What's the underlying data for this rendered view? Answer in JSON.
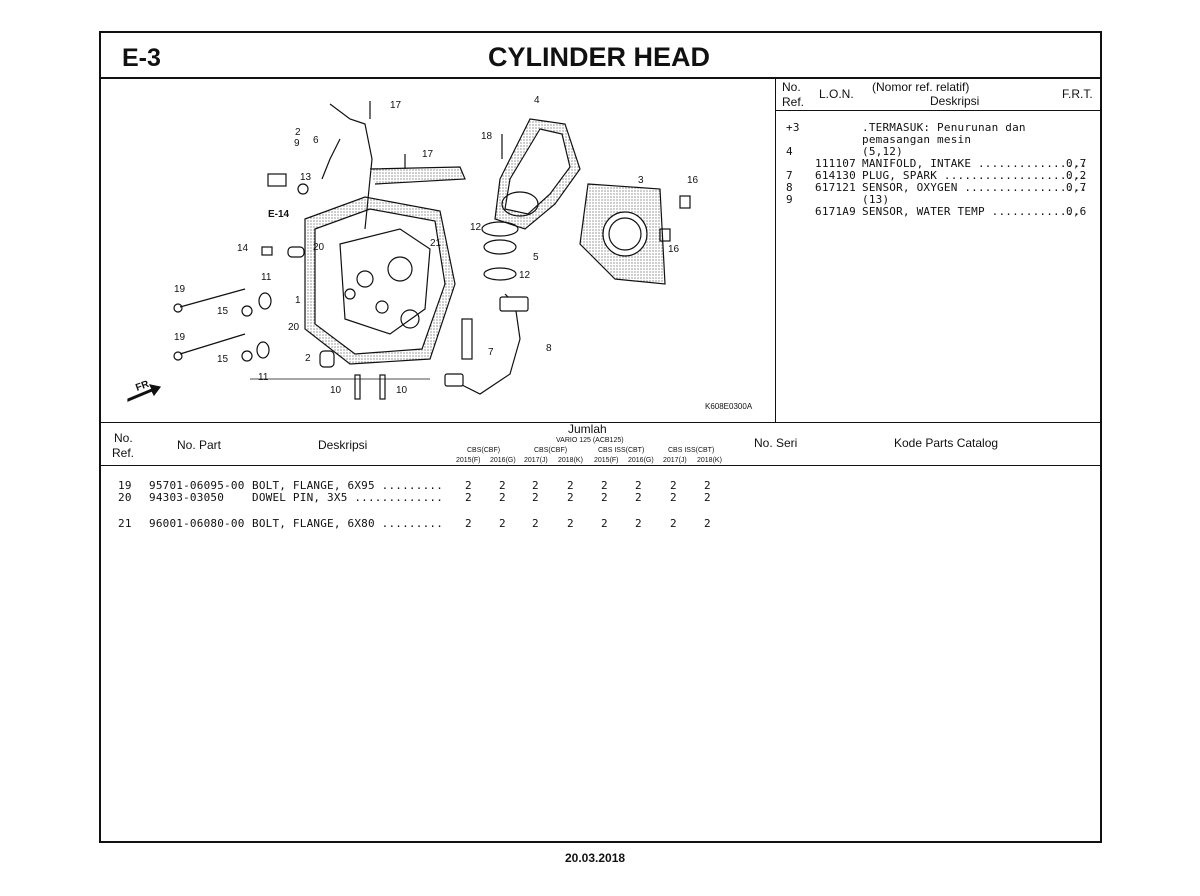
{
  "header": {
    "section": "E-3",
    "title": "CYLINDER HEAD"
  },
  "diagram": {
    "code": "K608E0300A",
    "fr": "FR.",
    "ref_e14": "E-14",
    "callouts": [
      "1",
      "2",
      "2",
      "3",
      "4",
      "5",
      "6",
      "7",
      "8",
      "9",
      "10",
      "10",
      "11",
      "11",
      "12",
      "12",
      "13",
      "14",
      "15",
      "15",
      "16",
      "16",
      "17",
      "17",
      "18",
      "19",
      "19",
      "20",
      "20",
      "21"
    ]
  },
  "right_table": {
    "headers": {
      "no": "No.",
      "ref": "Ref.",
      "lon": "L.O.N.",
      "desc_top": "(Nomor ref. relatif)",
      "desc_bottom": "Deskripsi",
      "frt": "F.R.T."
    },
    "rows": [
      {
        "ref": "+3",
        "lon": "",
        "desc": ".TERMASUK: Penurunan dan",
        "frt": ""
      },
      {
        "ref": "",
        "lon": "",
        "desc": "pemasangan mesin",
        "frt": ""
      },
      {
        "ref": "4",
        "lon": "",
        "desc": "(5,12)",
        "frt": ""
      },
      {
        "ref": "",
        "lon": "111107",
        "desc": "MANIFOLD, INTAKE ................",
        "frt": "0,7"
      },
      {
        "ref": "7",
        "lon": "614130",
        "desc": "PLUG, SPARK .....................",
        "frt": "0,2"
      },
      {
        "ref": "8",
        "lon": "617121",
        "desc": "SENSOR, OXYGEN ..................",
        "frt": "0,7"
      },
      {
        "ref": "9",
        "lon": "",
        "desc": "(13)",
        "frt": ""
      },
      {
        "ref": "",
        "lon": "6171A9",
        "desc": "SENSOR, WATER TEMP .............",
        "frt": "0,6"
      }
    ]
  },
  "parts_table": {
    "headers": {
      "no": "No.",
      "ref": "Ref.",
      "part_no": "No. Part",
      "desc": "Deskripsi",
      "jumlah": "Jumlah",
      "model": "VARIO 125 (ACB125)",
      "groups": [
        "CBS(CBF)",
        "CBS(CBF)",
        "CBS ISS(CBT)",
        "CBS ISS(CBT)"
      ],
      "years": [
        "2015(F)",
        "2016(G)",
        "2017(J)",
        "2018(K)",
        "2015(F)",
        "2016(G)",
        "2017(J)",
        "2018(K)"
      ],
      "seri": "No. Seri",
      "catalog": "Kode Parts Catalog"
    },
    "rows": [
      {
        "ref": "19",
        "part_no": "95701-06095-00",
        "desc": "BOLT, FLANGE, 6X95 .........",
        "qty": [
          "2",
          "2",
          "2",
          "2",
          "2",
          "2",
          "2",
          "2"
        ]
      },
      {
        "ref": "20",
        "part_no": "94303-03050",
        "desc": "DOWEL PIN, 3X5 .............",
        "qty": [
          "2",
          "2",
          "2",
          "2",
          "2",
          "2",
          "2",
          "2"
        ]
      },
      {
        "ref": "21",
        "part_no": "96001-06080-00",
        "desc": "BOLT, FLANGE, 6X80 .........",
        "qty": [
          "2",
          "2",
          "2",
          "2",
          "2",
          "2",
          "2",
          "2"
        ]
      }
    ]
  },
  "footer": {
    "date": "20.03.2018"
  }
}
